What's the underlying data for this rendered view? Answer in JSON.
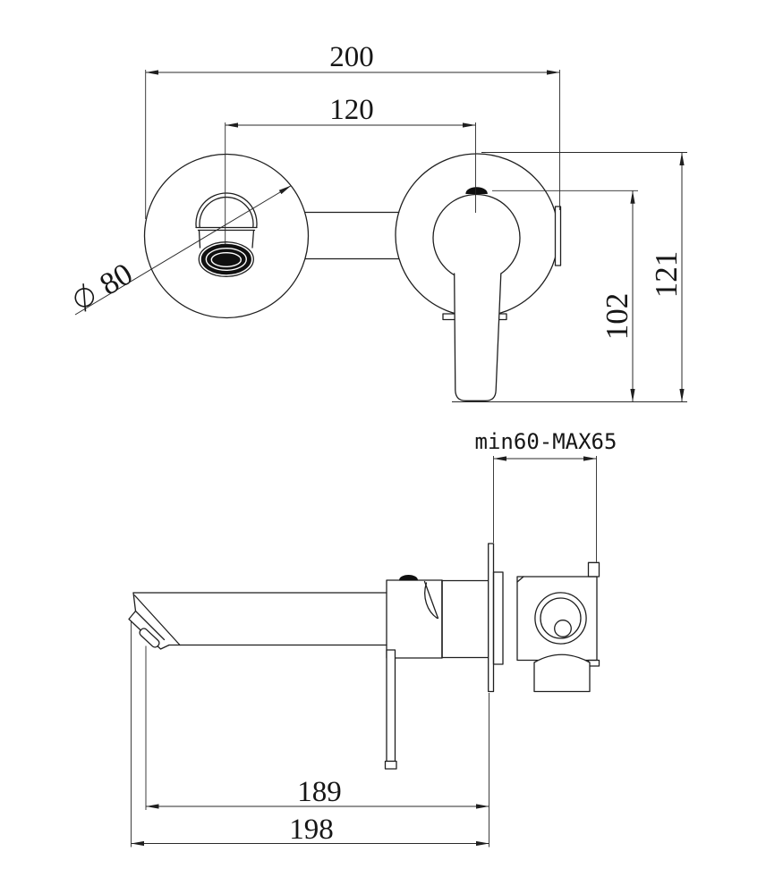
{
  "page": {
    "background": "#ffffff",
    "line_color": "#1f1f1f",
    "dimension_text_color": "#161616"
  },
  "front_view": {
    "dims": {
      "overall_width": "200",
      "center_distance": "120",
      "lever_drop": "102",
      "overall_height": "121",
      "spout_diameter_prefix": "⌀",
      "spout_diameter": "80"
    }
  },
  "side_view": {
    "dims": {
      "wall_depth": "min60-MAX65",
      "spout_reach": "189",
      "spout_reach_overall": "198"
    }
  }
}
